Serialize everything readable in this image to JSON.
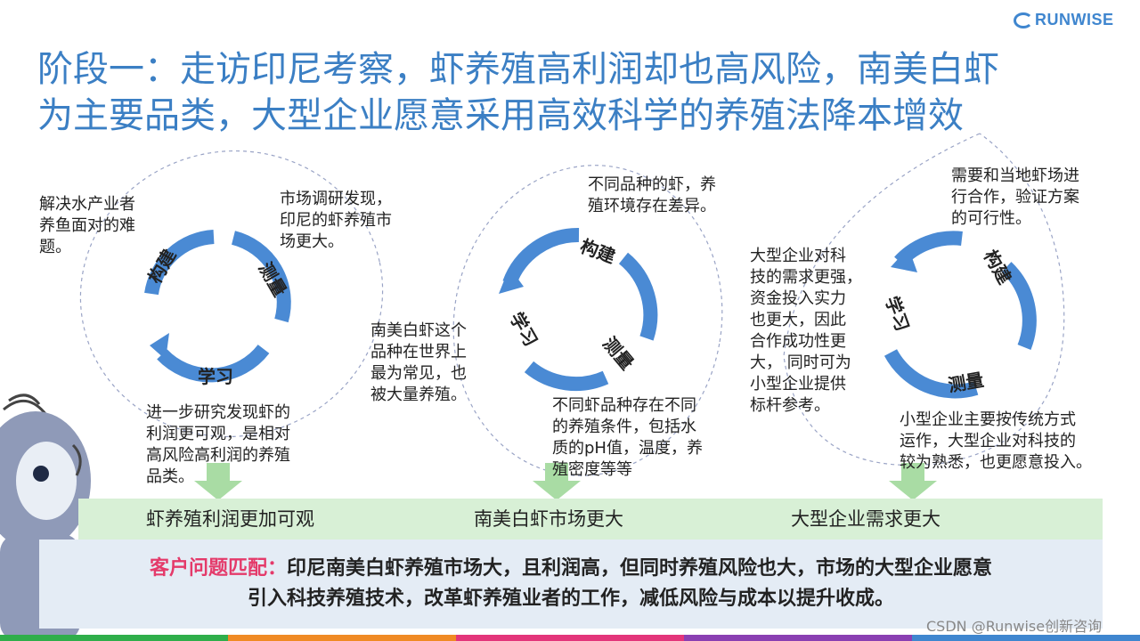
{
  "logo": {
    "text": "RUNWISE"
  },
  "title": {
    "line1": "阶段一：走访印尼考察，虾养殖高利润却也高风险，南美白虾",
    "line2": "为主要品类，大型企业愿意采用高效科学的养殖法降本增效"
  },
  "cycle_labels": {
    "build": "构建",
    "measure": "测量",
    "learn": "学习"
  },
  "notes": {
    "n1": [
      "解决水产业者",
      "养鱼面对的难",
      "题。"
    ],
    "n2": [
      "市场调研发现，",
      "印尼的虾养殖市",
      "场更大。"
    ],
    "n3": [
      "进一步研究发现虾的",
      "利润更可观，是相对",
      "高风险高利润的养殖",
      "品类。"
    ],
    "n4": [
      "不同品种的虾，养",
      "殖环境存在差异。"
    ],
    "n5": [
      "南美白虾这个",
      "品种在世界上",
      "最为常见，也",
      "被大量养殖。"
    ],
    "n6": [
      "不同虾品种存在不同",
      "的养殖条件，包括水",
      "质的pH值，温度，养",
      "殖密度等等"
    ],
    "n7": [
      "需要和当地虾场进",
      "行合作，验证方案",
      "的可行性。"
    ],
    "n8": [
      "大型企业对科",
      "技的需求更强，",
      "资金投入实力",
      "也更大，因此",
      "合作成功性更",
      "大， 同时可为",
      "小型企业提供",
      "标杆参考。"
    ],
    "n9": [
      "小型企业主要按传统方式",
      "运作，大型企业对科技的",
      "较为熟悉，也更愿意投入。"
    ]
  },
  "bands": [
    "虾养殖利润更加可观",
    "南美白虾市场更大",
    "大型企业需求更大"
  ],
  "match": {
    "label": "客户问题匹配：",
    "line1": "印尼南美白虾养殖市场大，且利润高，但同时养殖风险也大，市场的大型企业愿意",
    "line2": "引入科技养殖技术，改革虾养殖业者的工作，减低风险与成本以提升收成。"
  },
  "watermark": "CSDN @Runwise创新咨询",
  "colors": {
    "title": "#3b7fc4",
    "cycle": "#4a8ad4",
    "band": "#d8f0d6",
    "box": "#e4ecf5",
    "accent": "#e43a6a",
    "bar": [
      "#2fae4a",
      "#f08a24",
      "#e3357a",
      "#8a3fb2",
      "#3f86cf"
    ]
  }
}
